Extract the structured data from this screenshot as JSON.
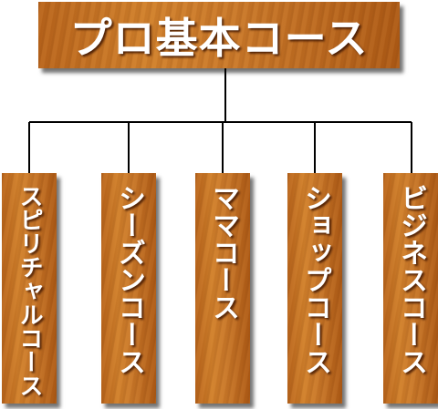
{
  "title": "プロ基本コース",
  "courses": [
    {
      "label": "スピリチャルコース"
    },
    {
      "label": "シーズンコース"
    },
    {
      "label": "ママコース"
    },
    {
      "label": "ショップコース"
    },
    {
      "label": "ビジネスコース"
    }
  ],
  "colors": {
    "board": "#c9782a",
    "text": "#ffffff",
    "line": "#000000"
  }
}
